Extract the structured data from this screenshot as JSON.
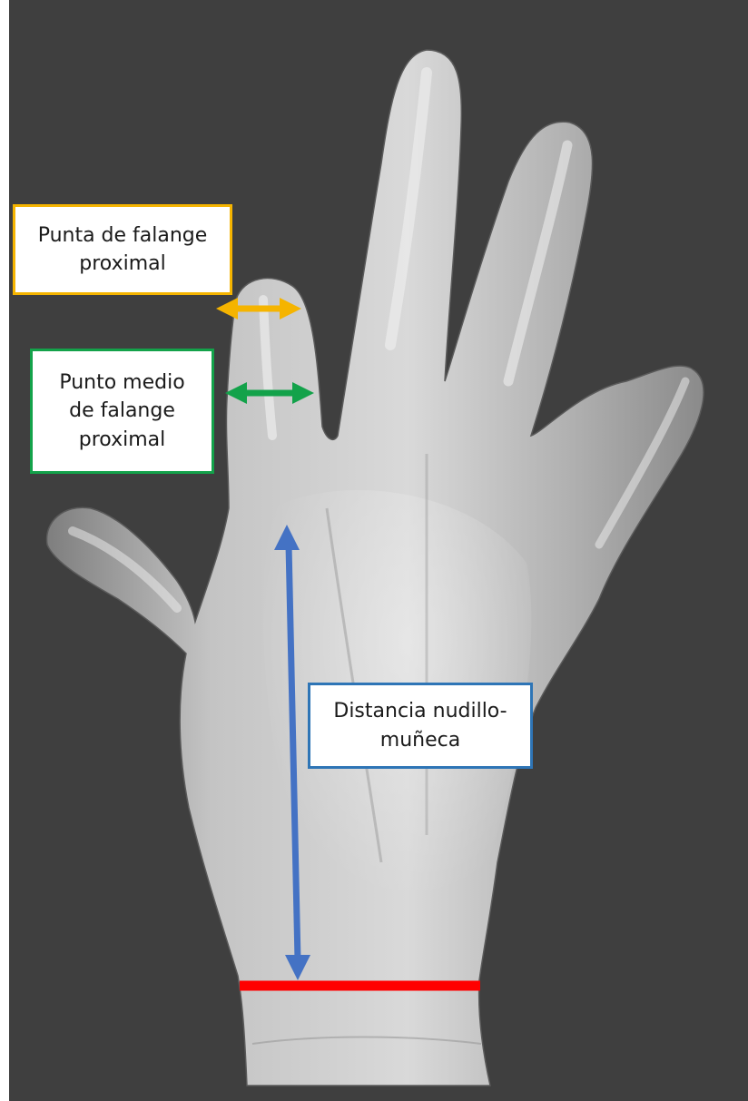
{
  "labels": {
    "tip_of_proximal_phalanx": [
      "Punta de falange",
      "proximal"
    ],
    "midpoint_of_proximal_phalanx": [
      "Punto medio",
      "de falange",
      "proximal"
    ],
    "knuckle_wrist_distance": [
      "Distancia nudillo-",
      "muñeca"
    ]
  },
  "colors": {
    "background": "#3f3f3f",
    "tip_measure": "#f5b400",
    "midpoint_measure": "#13a24a",
    "knuckle_wrist_measure": "#4472c4",
    "wrist_line": "#ff0000"
  },
  "icons": {
    "tip_arrow": "double-headed-horizontal-arrow",
    "midpoint_arrow": "double-headed-horizontal-arrow",
    "knuckle_wrist_arrow": "double-headed-vertical-arrow",
    "wrist_line": "horizontal-line"
  }
}
